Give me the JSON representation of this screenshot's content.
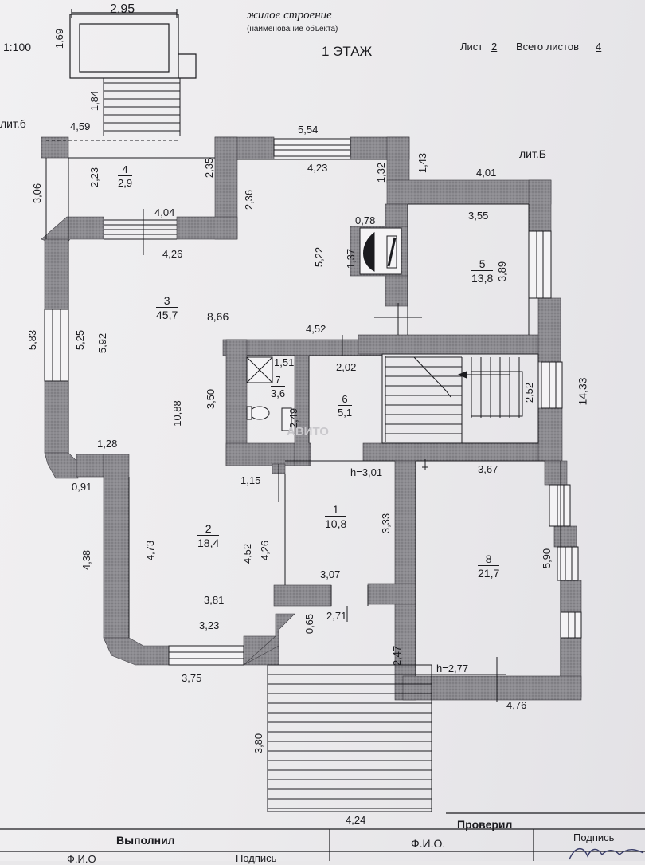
{
  "header": {
    "top_dim": "2,95",
    "object_name": "жилое строение",
    "object_caption": "(наименование объекта)",
    "scale": "1:100",
    "floor": "1 ЭТАЖ",
    "sheet_label": "Лист",
    "sheet_no": "2",
    "total_label": "Всего листов",
    "total_no": "4"
  },
  "labels": {
    "lit_small": "лит.б",
    "lit_big": "лит.Б",
    "height_1": "h=3,01",
    "height_2": "h=2,77",
    "watermark": "АВИТО"
  },
  "rooms": [
    {
      "num": "1",
      "area": "10,8"
    },
    {
      "num": "2",
      "area": "18,4"
    },
    {
      "num": "3",
      "area": "45,7"
    },
    {
      "num": "4",
      "area": "2,9"
    },
    {
      "num": "5",
      "area": "13,8"
    },
    {
      "num": "6",
      "area": "5,1"
    },
    {
      "num": "7",
      "area": "3,6"
    },
    {
      "num": "8",
      "area": "21,7"
    }
  ],
  "dims": {
    "d_1_69": "1,69",
    "d_1_84": "1,84",
    "d_4_59": "4,59",
    "d_5_54": "5,54",
    "d_4_23": "4,23",
    "d_1_32": "1,32",
    "d_1_43": "1,43",
    "d_4_01": "4,01",
    "d_3_06": "3,06",
    "d_2_23": "2,23",
    "d_2_35": "2,35",
    "d_2_36": "2,36",
    "d_4_04": "4,04",
    "d_4_26": "4,26",
    "d_0_78": "0,78",
    "d_3_55": "3,55",
    "d_1_37": "1,37",
    "d_5_22": "5,22",
    "d_3_89": "3,89",
    "d_5_83": "5,83",
    "d_5_25": "5,25",
    "d_5_92": "5,92",
    "d_8_66": "8,66",
    "d_4_52a": "4,52",
    "d_1_51": "1,51",
    "d_2_02": "2,02",
    "d_2_52": "2,52",
    "d_14_33": "14,33",
    "d_3_50": "3,50",
    "d_10_88": "10,88",
    "d_2_49": "2,49",
    "d_1_28": "1,28",
    "d_0_91": "0,91",
    "d_1_15": "1,15",
    "d_3_67": "3,67",
    "d_3_33": "3,33",
    "d_4_38": "4,38",
    "d_4_73": "4,73",
    "d_4_52b": "4,52",
    "d_4_26b": "4,26",
    "d_5_90": "5,90",
    "d_3_07": "3,07",
    "d_3_81": "3,81",
    "d_3_23": "3,23",
    "d_0_65": "0,65",
    "d_2_71": "2,71",
    "d_2_47": "2,47",
    "d_3_75": "3,75",
    "d_4_76": "4,76",
    "d_3_80": "3,80",
    "d_4_24": "4,24"
  },
  "footer": {
    "performed": "Выполнил",
    "checked": "Проверил",
    "fio": "Ф.И.О.",
    "signature_1": "Подпись",
    "signature_2": "Подпись",
    "fio_partial": "Ф.И.О"
  },
  "colors": {
    "wall": "#8f8e93",
    "ink": "#1b1b1f",
    "paper": "#efeef0"
  }
}
